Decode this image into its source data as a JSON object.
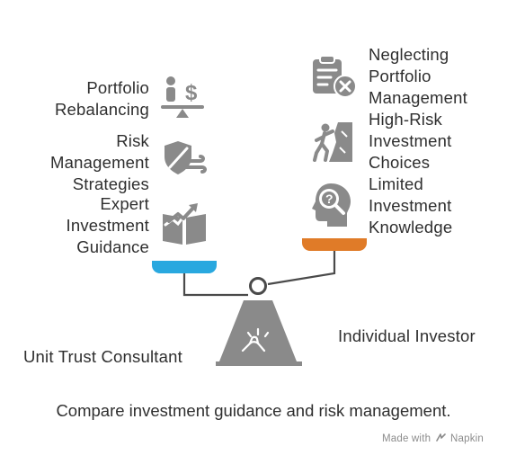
{
  "left_side": {
    "title": "Unit Trust Consultant",
    "items": [
      {
        "label": "Portfolio\nRebalancing",
        "icon": "person-balance-dollar-icon"
      },
      {
        "label": "Risk\nManagement\nStrategies",
        "icon": "shield-wind-icon"
      },
      {
        "label": "Expert\nInvestment\nGuidance",
        "icon": "book-growth-arrow-icon"
      }
    ],
    "pan_color": "#29a8df"
  },
  "right_side": {
    "title": "Individual Investor",
    "items": [
      {
        "label": "Neglecting\nPortfolio\nManagement",
        "icon": "clipboard-x-icon"
      },
      {
        "label": "High-Risk\nInvestment\nChoices",
        "icon": "climber-icon"
      },
      {
        "label": "Limited\nInvestment\nKnowledge",
        "icon": "head-question-icon"
      }
    ],
    "pan_color": "#e07b28"
  },
  "caption": "Compare investment guidance and risk management.",
  "branding": "Made with",
  "branding_name": "Napkin",
  "colors": {
    "text": "#2f2f2f",
    "icon": "#8a8a8a",
    "scale": "#4a4a4a"
  }
}
